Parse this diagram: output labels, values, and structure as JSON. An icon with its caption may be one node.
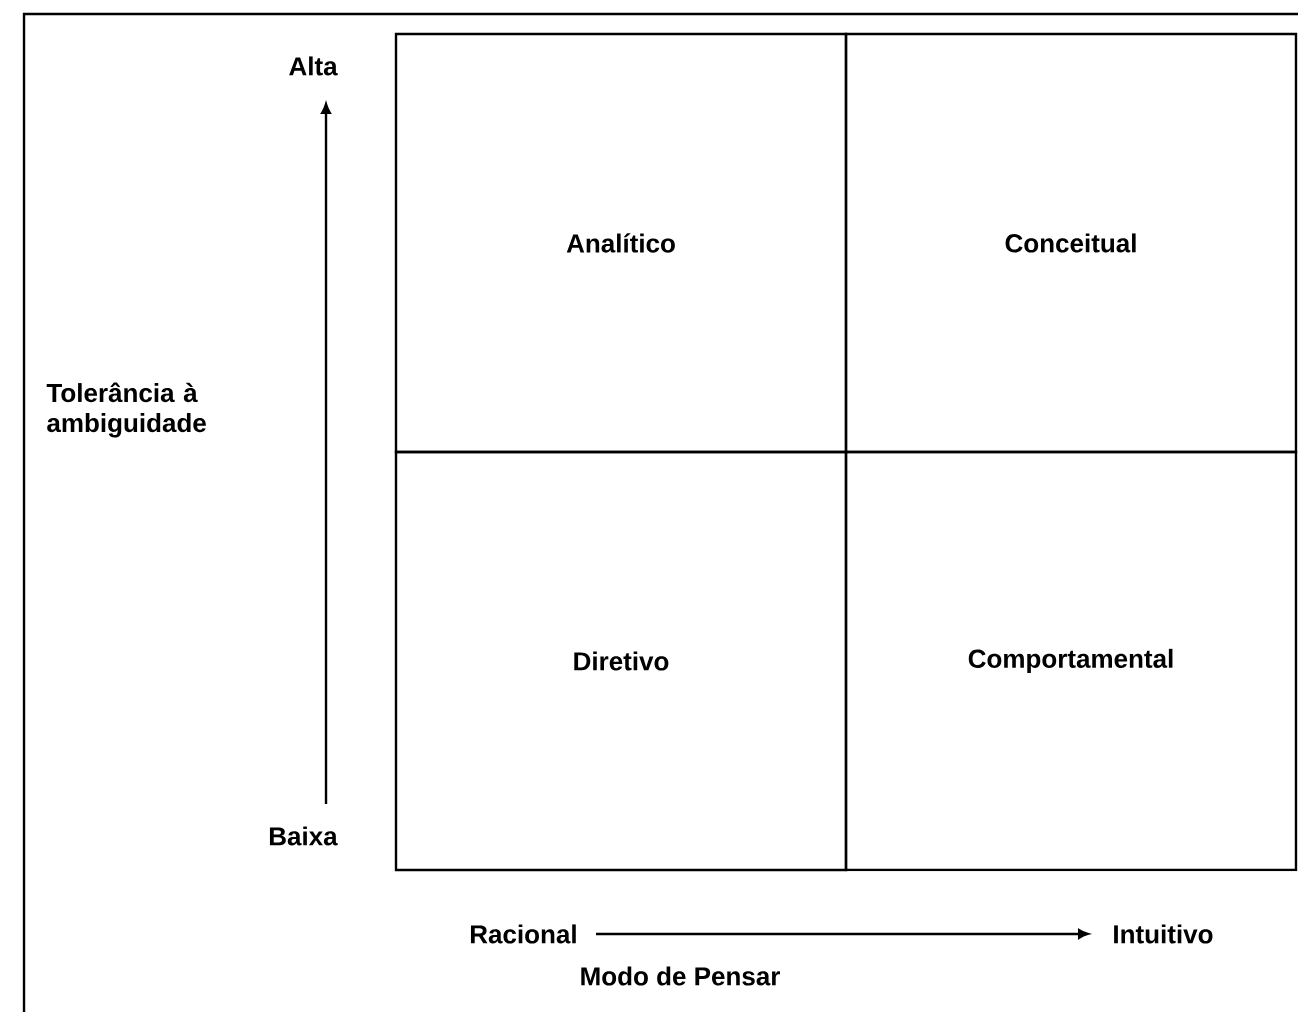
{
  "diagram": {
    "nodes": [
      {
        "text": [
          "Analítico"
        ]
      },
      {
        "text": [
          "Conceitual"
        ]
      },
      {
        "text": [
          "Diretivo"
        ]
      },
      {
        "text": [
          "Comportamental"
        ]
      }
    ],
    "labels": [
      "Alta",
      "Tolerância à ambiguidade",
      "Baixa",
      "Racional",
      "Intuitivo",
      "Modo de Pensar"
    ]
  }
}
